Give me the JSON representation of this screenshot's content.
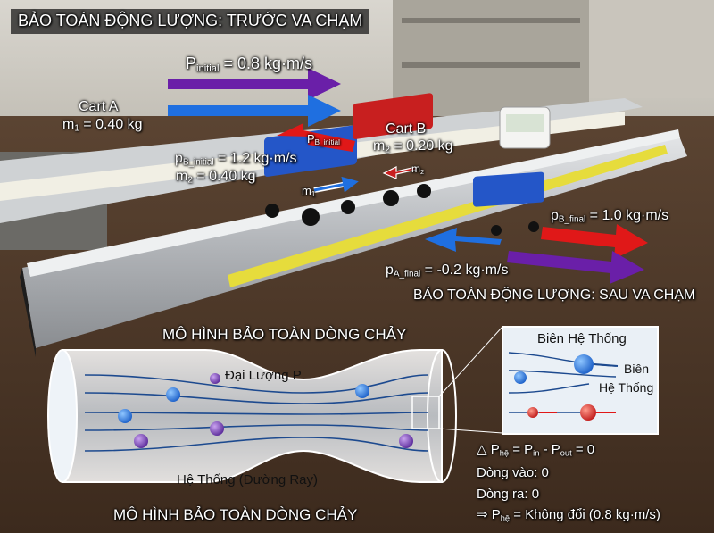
{
  "titles": {
    "before": "BẢO TOÀN ĐỘNG LƯỢNG: TRƯỚC VA CHẠM",
    "after": "BẢO TOÀN ĐỘNG LƯỢNG: SAU VA CHẠM",
    "flow_top": "MÔ HÌNH BẢO TOÀN DÒNG CHẢY",
    "flow_bottom": "MÔ HÌNH BẢO TOÀN DÒNG CHẢY"
  },
  "before": {
    "p_initial_sym": "P",
    "p_initial_sub": "initial",
    "p_initial_val": " = 0.8 kg·m/s",
    "cart_a_name": "Cart A",
    "cart_a_mass_sym": "m",
    "cart_a_mass_sub": "1",
    "cart_a_mass_val": " = 0.40 kg",
    "pb_initial_top_sym": "P",
    "pb_initial_top_sub": "B_initial",
    "cart_b_name": "Cart B",
    "cart_b_mass_sym": "m",
    "cart_b_mass_sub": "2",
    "cart_b_mass_val": " = 0.20 kg",
    "pb_initial_sym": "p",
    "pb_initial_sub": "B_initial",
    "pb_initial_val": " = 1.2 kg·m/s",
    "m2_left_sym": "m",
    "m2_left_sub": "2",
    "m2_left_val": " = 0.40 kg",
    "cart_a_mini_sym": "m",
    "cart_a_mini_sub": "1",
    "cart_b_mini_sym": "m",
    "cart_b_mini_sub": "2"
  },
  "after": {
    "pb_final_sym": "p",
    "pb_final_sub": "B_final",
    "pb_final_val": " = 1.0 kg·m/s",
    "pa_final_sym": "p",
    "pa_final_sub": "A_final",
    "pa_final_val": " = -0.2 kg·m/s"
  },
  "flow": {
    "quantity_label": "Đại Lượng P",
    "system_label": "Hệ Thống (Đường Ray)",
    "inset_title": "Biên Hệ Thống",
    "inset_boundary_1": "Biên",
    "inset_boundary_2": "Hệ Thống"
  },
  "equations": {
    "eq1_a": "△ P",
    "eq1_sub_a": "hệ",
    "eq1_b": " = P",
    "eq1_sub_b": "in",
    "eq1_c": " - P",
    "eq1_sub_c": "out",
    "eq1_d": " = 0",
    "inflow": "Dòng vào: 0",
    "outflow": "Dòng ra: 0",
    "eq4_a": "⇒ P",
    "eq4_sub": "hệ",
    "eq4_b": " = Không đổi (0.8 kg·m/s)"
  },
  "colors": {
    "blue_arrow": "#1f6fe0",
    "red_arrow": "#e01818",
    "purple_arrow": "#6a1fa8",
    "cart_a": "#2456c8",
    "cart_b": "#c81f1f",
    "track": "#b9bcbf",
    "ruler": "#e6dc3c"
  }
}
